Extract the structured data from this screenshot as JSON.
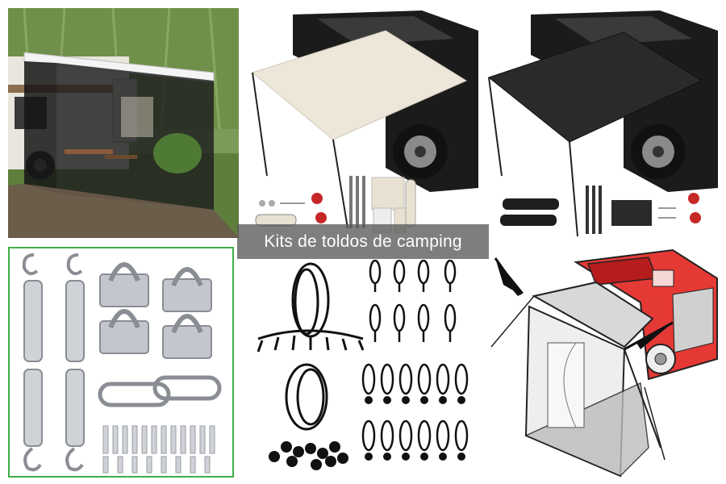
{
  "caption": {
    "text": "Kits de toldos de camping"
  },
  "colors": {
    "caption_bg": "#5a5a5a",
    "frame_green": "#3fae4a",
    "awning_beige": "#ede7da",
    "awning_black": "#2a2a2a",
    "vehicle_red": "#e53935"
  },
  "tiles": [
    {
      "name": "rv-awning-screen-photo",
      "icon": "rv-icon"
    },
    {
      "name": "beige-car-awning-kit",
      "icon": "awning-icon"
    },
    {
      "name": "black-car-awning-kit",
      "icon": "awning-icon"
    },
    {
      "name": "stainless-hardware-kit",
      "icon": "hardware-icon"
    },
    {
      "name": "bungee-cords-kit",
      "icon": "bungee-icon"
    },
    {
      "name": "vehicle-awning-diagram",
      "icon": "diagram-icon"
    }
  ]
}
